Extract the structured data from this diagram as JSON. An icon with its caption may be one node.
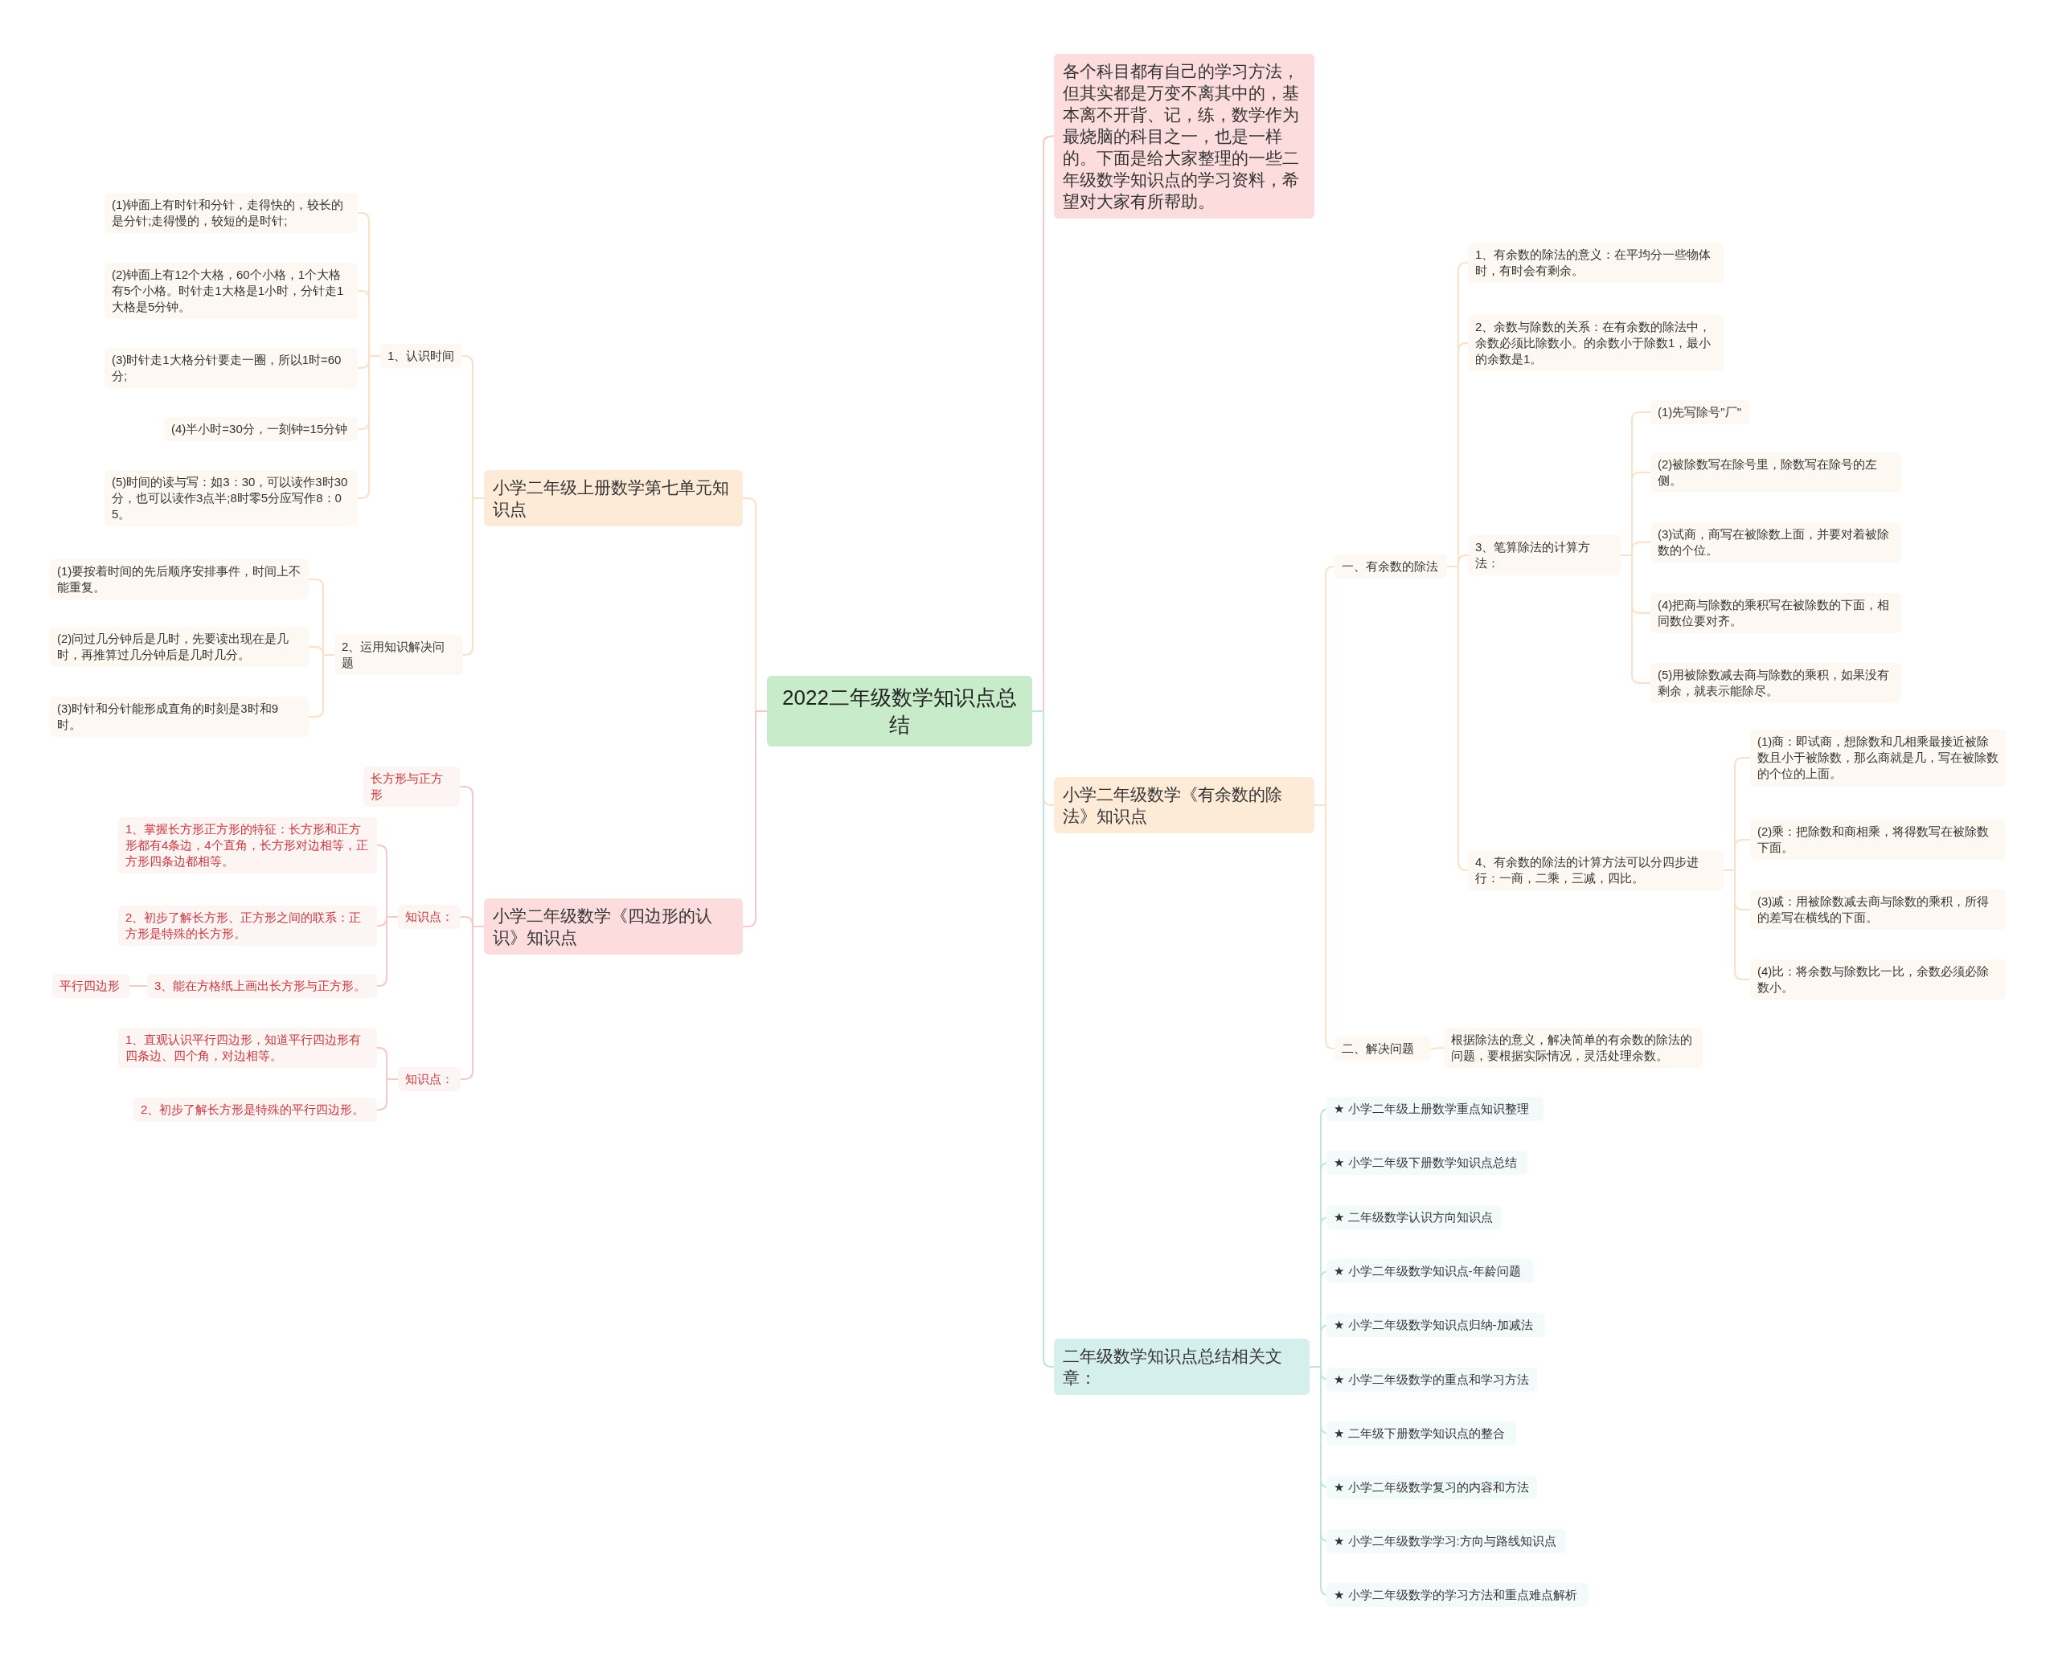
{
  "diagram": {
    "nodes": [
      {
        "text": [
          "2022二年级数学知识点总结"
        ]
      },
      {
        "text": [
          "各个科目都有自己的学习方法，但其实都是万变不离其中的，基本离不开背、记，练，数学作为最烧脑的科目之一，也是一样的。下面是给大家整理的一些二年级数学知识点的学习资料，希望对大家有所帮助。"
        ]
      },
      {
        "text": [
          "小学二年级上册数学第七单元知识点"
        ]
      },
      {
        "text": [
          "1、认识时间"
        ]
      },
      {
        "text": [
          "(1)钟面上有时针和分针，走得快的，较长的是分针;走得慢的，较短的是时针;"
        ]
      },
      {
        "text": [
          "(2)钟面上有12个大格，60个小格，1个大格有5个小格。时针走1大格是1小时，分针走1大格是5分钟。"
        ]
      },
      {
        "text": [
          "(3)时针走1大格分针要走一圈，所以1时=60分;"
        ]
      },
      {
        "text": [
          "(4)半小时=30分，一刻钟=15分钟"
        ]
      },
      {
        "text": [
          "(5)时间的读与写：如3：30，可以读作3时30分，也可以读作3点半;8时零5分应写作8：05。"
        ]
      },
      {
        "text": [
          "2、运用知识解决问题"
        ]
      },
      {
        "text": [
          "(1)要按着时间的先后顺序安排事件，时间上不能重复。"
        ]
      },
      {
        "text": [
          "(2)问过几分钟后是几时，先要读出现在是几时，再推算过几分钟后是几时几分。"
        ]
      },
      {
        "text": [
          "(3)时针和分针能形成直角的时刻是3时和9时。"
        ]
      },
      {
        "text": [
          "小学二年级数学《四边形的认识》知识点"
        ]
      },
      {
        "text": [
          "长方形与正方形"
        ]
      },
      {
        "text": [
          "知识点："
        ]
      },
      {
        "text": [
          "1、掌握长方形正方形的特征：长方形和正方形都有4条边，4个直角，长方形对边相等，正方形四条边都相等。"
        ]
      },
      {
        "text": [
          "2、初步了解长方形、正方形之间的联系：正方形是特殊的长方形。"
        ]
      },
      {
        "text": [
          "3、能在方格纸上画出长方形与正方形。"
        ]
      },
      {
        "text": [
          "平行四边形"
        ]
      },
      {
        "text": [
          "知识点："
        ]
      },
      {
        "text": [
          "1、直观认识平行四边形，知道平行四边形有四条边、四个角，对边相等。"
        ]
      },
      {
        "text": [
          "2、初步了解长方形是特殊的平行四边形。"
        ]
      },
      {
        "text": [
          "小学二年级数学《有余数的除法》知识点"
        ]
      },
      {
        "text": [
          "一、有余数的除法"
        ]
      },
      {
        "text": [
          "1、有余数的除法的意义：在平均分一些物体时，有时会有剩余。"
        ]
      },
      {
        "text": [
          "2、余数与除数的关系：在有余数的除法中，余数必须比除数小。的余数小于除数1，最小的余数是1。"
        ]
      },
      {
        "text": [
          "3、笔算除法的计算方法："
        ]
      },
      {
        "text": [
          "(1)先写除号\"厂\""
        ]
      },
      {
        "text": [
          "(2)被除数写在除号里，除数写在除号的左侧。"
        ]
      },
      {
        "text": [
          "(3)试商，商写在被除数上面，并要对着被除数的个位。"
        ]
      },
      {
        "text": [
          "(4)把商与除数的乘积写在被除数的下面，相同数位要对齐。"
        ]
      },
      {
        "text": [
          "(5)用被除数减去商与除数的乘积，如果没有剩余，就表示能除尽。"
        ]
      },
      {
        "text": [
          "4、有余数的除法的计算方法可以分四步进行：一商，二乘，三减，四比。"
        ]
      },
      {
        "text": [
          "(1)商：即试商，想除数和几相乘最接近被除数且小于被除数，那么商就是几，写在被除数的个位的上面。"
        ]
      },
      {
        "text": [
          "(2)乘：把除数和商相乘，将得数写在被除数下面。"
        ]
      },
      {
        "text": [
          "(3)减：用被除数减去商与除数的乘积，所得的差写在横线的下面。"
        ]
      },
      {
        "text": [
          "(4)比：将余数与除数比一比，余数必须必除数小。"
        ]
      },
      {
        "text": [
          "二、解决问题"
        ]
      },
      {
        "text": [
          "根据除法的意义，解决简单的有余数的除法的问题，要根据实际情况，灵活处理余数。"
        ]
      },
      {
        "text": [
          "二年级数学知识点总结相关文章："
        ]
      },
      {
        "text": [
          "★ 小学二年级上册数学重点知识整理"
        ]
      },
      {
        "text": [
          "★ 小学二年级下册数学知识点总结"
        ]
      },
      {
        "text": [
          "★ 二年级数学认识方向知识点"
        ]
      },
      {
        "text": [
          "★ 小学二年级数学知识点-年龄问题"
        ]
      },
      {
        "text": [
          "★ 小学二年级数学知识点归纳-加减法"
        ]
      },
      {
        "text": [
          "★ 小学二年级数学的重点和学习方法"
        ]
      },
      {
        "text": [
          "★ 二年级下册数学知识点的整合"
        ]
      },
      {
        "text": [
          "★ 小学二年级数学复习的内容和方法"
        ]
      },
      {
        "text": [
          "★ 小学二年级数学学习:方向与路线知识点"
        ]
      },
      {
        "text": [
          "★ 小学二年级数学的学习方法和重点难点解析"
        ]
      }
    ],
    "edges": [
      {
        "from": 0,
        "to": 1,
        "arrow": "none",
        "color": "#f5c9c9"
      },
      {
        "from": 0,
        "to": 2,
        "arrow": "none"
      },
      {
        "from": 2,
        "to": 3,
        "arrow": "none"
      },
      {
        "from": 3,
        "to": 4,
        "arrow": "none"
      },
      {
        "from": 3,
        "to": 5,
        "arrow": "none"
      },
      {
        "from": 3,
        "to": 6,
        "arrow": "none"
      },
      {
        "from": 3,
        "to": 7,
        "arrow": "none"
      },
      {
        "from": 3,
        "to": 8,
        "arrow": "none"
      },
      {
        "from": 2,
        "to": 9,
        "arrow": "none"
      },
      {
        "from": 9,
        "to": 10,
        "arrow": "none"
      },
      {
        "from": 9,
        "to": 11,
        "arrow": "none"
      },
      {
        "from": 9,
        "to": 12,
        "arrow": "none"
      },
      {
        "from": 0,
        "to": 13,
        "arrow": "none",
        "color": "#f5c9c9"
      },
      {
        "from": 13,
        "to": 14,
        "arrow": "none",
        "color": "#f5c9c9"
      },
      {
        "from": 13,
        "to": 15,
        "arrow": "none",
        "color": "#f5c9c9"
      },
      {
        "from": 15,
        "to": 16,
        "arrow": "none",
        "color": "#f5c9c9"
      },
      {
        "from": 15,
        "to": 17,
        "arrow": "none",
        "color": "#f5c9c9"
      },
      {
        "from": 15,
        "to": 18,
        "arrow": "none",
        "color": "#f5c9c9"
      },
      {
        "from": 18,
        "to": 19,
        "arrow": "none",
        "color": "#f5c9c9"
      },
      {
        "from": 13,
        "to": 20,
        "arrow": "none",
        "color": "#f5c9c9"
      },
      {
        "from": 20,
        "to": 21,
        "arrow": "none",
        "color": "#f5c9c9"
      },
      {
        "from": 20,
        "to": 22,
        "arrow": "none",
        "color": "#f5c9c9"
      },
      {
        "from": 0,
        "to": 23,
        "arrow": "none"
      },
      {
        "from": 23,
        "to": 24,
        "arrow": "none"
      },
      {
        "from": 24,
        "to": 25,
        "arrow": "none"
      },
      {
        "from": 24,
        "to": 26,
        "arrow": "none"
      },
      {
        "from": 24,
        "to": 27,
        "arrow": "none"
      },
      {
        "from": 27,
        "to": 28,
        "arrow": "none"
      },
      {
        "from": 27,
        "to": 29,
        "arrow": "none"
      },
      {
        "from": 27,
        "to": 30,
        "arrow": "none"
      },
      {
        "from": 27,
        "to": 31,
        "arrow": "none"
      },
      {
        "from": 27,
        "to": 32,
        "arrow": "none"
      },
      {
        "from": 24,
        "to": 33,
        "arrow": "none"
      },
      {
        "from": 33,
        "to": 34,
        "arrow": "none"
      },
      {
        "from": 33,
        "to": 35,
        "arrow": "none"
      },
      {
        "from": 33,
        "to": 36,
        "arrow": "none"
      },
      {
        "from": 33,
        "to": 37,
        "arrow": "none"
      },
      {
        "from": 23,
        "to": 38,
        "arrow": "none"
      },
      {
        "from": 38,
        "to": 39,
        "arrow": "none"
      },
      {
        "from": 0,
        "to": 40,
        "arrow": "none",
        "color": "#bfe5e0"
      },
      {
        "from": 40,
        "to": 41,
        "arrow": "none",
        "color": "#bfe5e0"
      },
      {
        "from": 40,
        "to": 42,
        "arrow": "none",
        "color": "#bfe5e0"
      },
      {
        "from": 40,
        "to": 43,
        "arrow": "none",
        "color": "#bfe5e0"
      },
      {
        "from": 40,
        "to": 44,
        "arrow": "none",
        "color": "#bfe5e0"
      },
      {
        "from": 40,
        "to": 45,
        "arrow": "none",
        "color": "#bfe5e0"
      },
      {
        "from": 40,
        "to": 46,
        "arrow": "none",
        "color": "#bfe5e0"
      },
      {
        "from": 40,
        "to": 47,
        "arrow": "none",
        "color": "#bfe5e0"
      },
      {
        "from": 40,
        "to": 48,
        "arrow": "none",
        "color": "#bfe5e0"
      },
      {
        "from": 40,
        "to": 49,
        "arrow": "none",
        "color": "#bfe5e0"
      },
      {
        "from": 40,
        "to": 50,
        "arrow": "none",
        "color": "#bfe5e0"
      }
    ]
  }
}
